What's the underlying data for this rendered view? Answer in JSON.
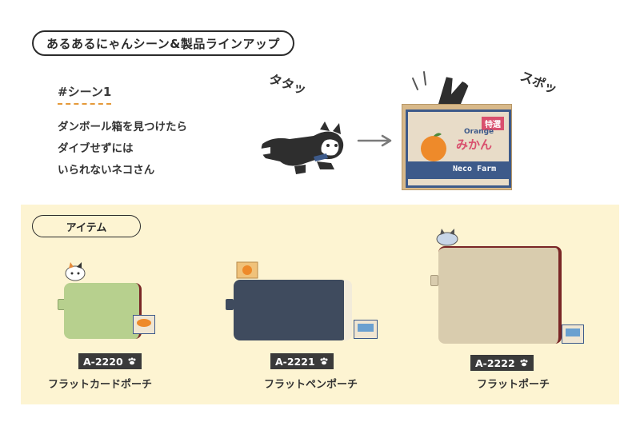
{
  "header": {
    "title": "あるあるにゃんシーン&製品ラインアップ"
  },
  "scene": {
    "title": "#シーン1",
    "lines": [
      "ダンボール箱を見つけたら",
      "ダイブせずには",
      "いられないネコさん"
    ],
    "sfx_tatatt": "タタッ",
    "sfx_supo": "スポッ",
    "box": {
      "badge": "特選",
      "brand_en": "Orange",
      "brand_jp": "みかん",
      "farm": "Neco Farm"
    }
  },
  "items": {
    "label": "アイテム",
    "products": [
      {
        "code": "A-2220",
        "name": "フラットカードポーチ",
        "color": "#b7d08e"
      },
      {
        "code": "A-2221",
        "name": "フラットペンポーチ",
        "color": "#3f4b5e"
      },
      {
        "code": "A-2222",
        "name": "フラットポーチ",
        "color": "#d9ccae"
      }
    ]
  },
  "colors": {
    "panel": "#fdf4d2",
    "badge": "#3a3a3a",
    "accent": "#e59a3a",
    "zipper": "#7a2626"
  }
}
